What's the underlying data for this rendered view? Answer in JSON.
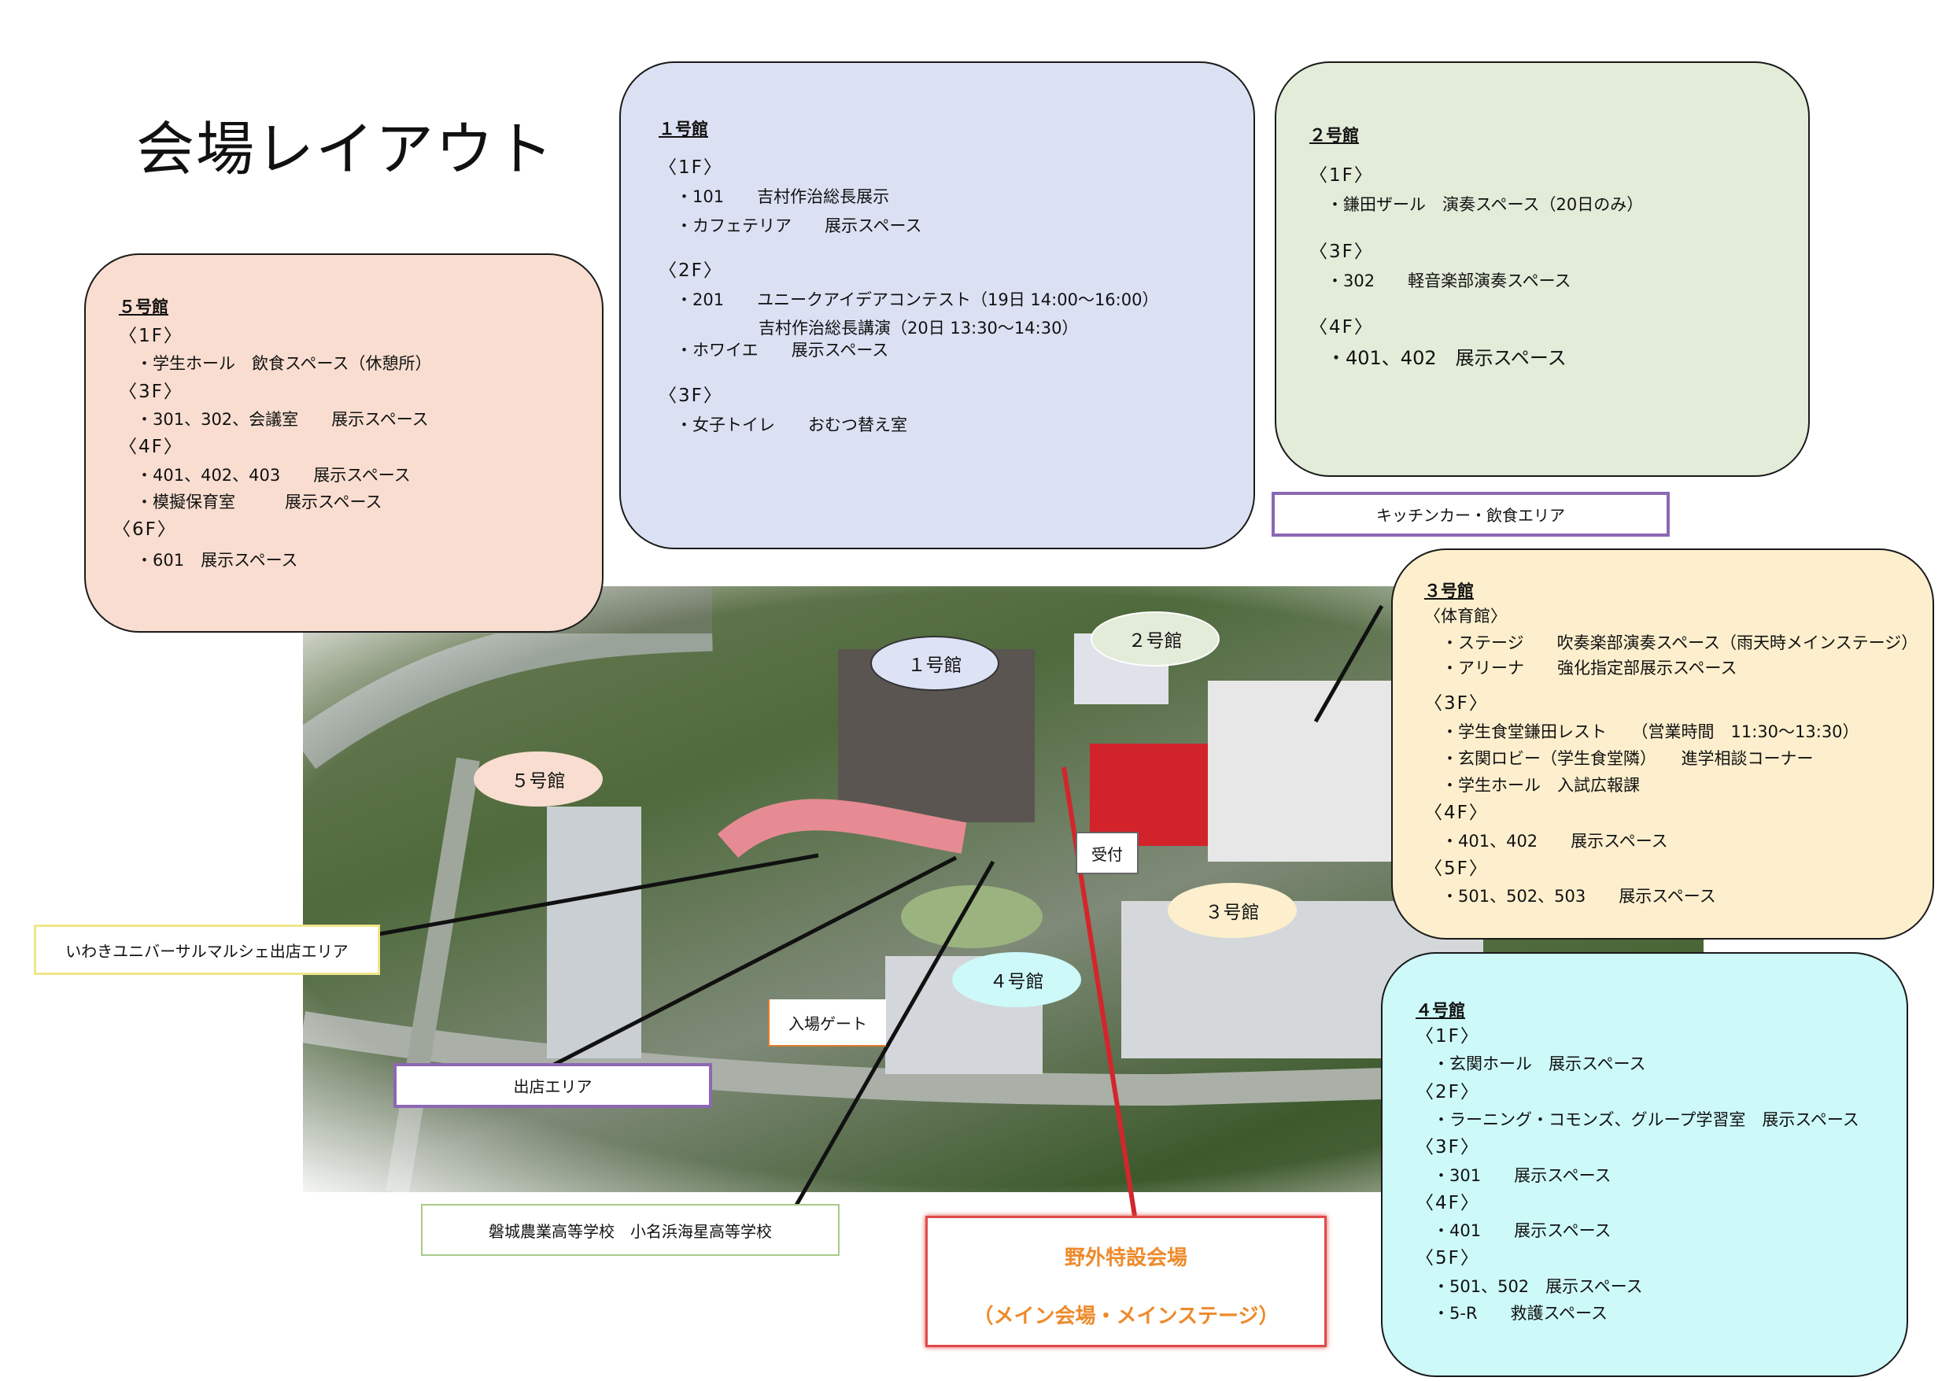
{
  "page": {
    "title": "会場レイアウト"
  },
  "panels": {
    "b5": {
      "heading": "５号館",
      "lines": [
        "〈1F〉",
        "・学生ホール　飲食スペース（休憩所）",
        "〈3F〉",
        "・301、302、会議室　　展示スペース",
        "〈4F〉",
        "・401、402、403　　展示スペース",
        "・模擬保育室　　　展示スペース",
        "〈6F〉",
        "・601　展示スペース"
      ]
    },
    "b1": {
      "heading": "１号館",
      "lines": [
        "〈1F〉",
        "・101　　吉村作治総長展示",
        "・カフェテリア　　展示スペース",
        "",
        "〈2F〉",
        "・201　　ユニークアイデアコンテスト（19日 14:00～16:00）",
        "　　　　　吉村作治総長講演（20日 13:30～14:30）",
        "・ホワイエ　　展示スペース",
        "",
        "〈3F〉",
        "・女子トイレ　　おむつ替え室"
      ]
    },
    "b2": {
      "heading": "２号館",
      "lines": [
        "〈1F〉",
        "・鎌田ザール　演奏スペース（20日のみ）",
        "",
        "〈3F〉",
        "・302　　軽音楽部演奏スペース",
        "",
        "〈4F〉",
        "・401、402　展示スペース"
      ]
    },
    "b3": {
      "heading": "３号館",
      "lines": [
        "〈体育館〉",
        "・ステージ　　吹奏楽部演奏スペース（雨天時メインステージ）",
        "・アリーナ　　強化指定部展示スペース",
        "",
        "〈3F〉",
        "・学生食堂鎌田レスト　　（営業時間　11:30～13:30）",
        "・玄関ロビー（学生食堂隣）　　進学相談コーナー",
        "・学生ホール　入試広報課",
        "〈4F〉",
        "・401、402　　展示スペース",
        "〈5F〉",
        "・501、502、503　　展示スペース"
      ]
    },
    "b4": {
      "heading": "４号館",
      "lines": [
        "〈1F〉",
        "・玄関ホール　展示スペース",
        "〈2F〉",
        "・ラーニング・コモンズ、グループ学習室　展示スペース",
        "〈3F〉",
        "・301　　展示スペース",
        "〈4F〉",
        "・401　　展示スペース",
        "〈5F〉",
        "・501、502　展示スペース",
        "・5-R　　救護スペース"
      ]
    }
  },
  "map_labels": {
    "b1": "１号館",
    "b2": "２号館",
    "b3": "３号館",
    "b4": "４号館",
    "b5": "５号館",
    "kitchen": "キッチンカー・飲食エリア",
    "uketsuke": "受付",
    "gate": "入場ゲート",
    "marche": "いわきユニバーサルマルシェ出店エリア",
    "shop": "出店エリア",
    "schools": "磐城農業高等学校　小名浜海星高等学校",
    "venue_title": "野外特設会場",
    "venue_sub": "（メイン会場・メインステージ）"
  },
  "colors": {
    "panel_b5": "#f8ddd0",
    "panel_b1": "#dbe1f3",
    "panel_b2": "#e2ecd9",
    "panel_b3": "#fdefcd",
    "panel_b4": "#cdf9f9",
    "oval_b1": "#dde2f5",
    "oval_b2": "#e2ecd9",
    "oval_b3": "#fdefcd",
    "oval_b4": "#cdf9f9",
    "oval_b5": "#f8ddd0",
    "venue_text": "#ee8a2a",
    "venue_border": "#e04a4a"
  }
}
